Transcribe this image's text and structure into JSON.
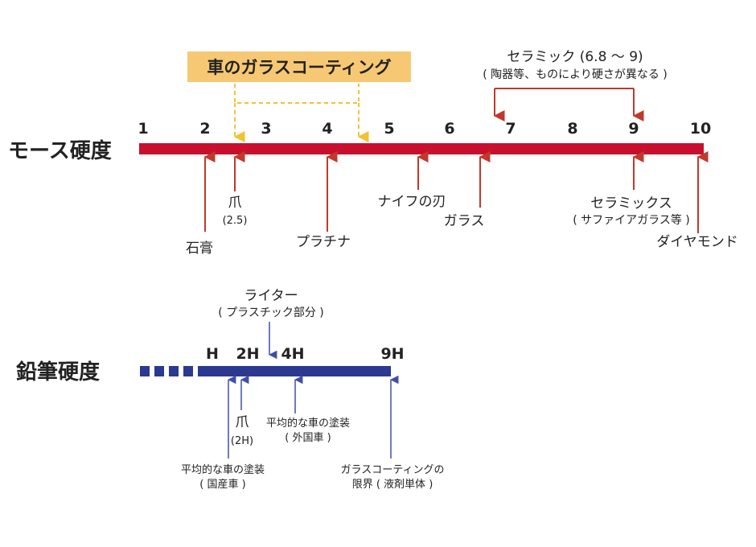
{
  "colors": {
    "mohs_bar": "#c8102e",
    "pencil_bar": "#2b3990",
    "arrow": "#c0392b",
    "pencil_arrow": "#3f4fa8",
    "highlight_bg": "#f7c873",
    "highlight_line": "#f2c230"
  },
  "mohs": {
    "title": "モース硬度",
    "ticks": [
      "1",
      "2",
      "3",
      "4",
      "5",
      "6",
      "7",
      "8",
      "9",
      "10"
    ],
    "highlight_label": "車のガラスコーティング",
    "ceramic_range_line1": "セラミック (6.8 ～ 9)",
    "ceramic_range_line2": "( 陶器等、ものにより硬さが異なる )",
    "items": [
      {
        "label": "石膏"
      },
      {
        "label": "爪",
        "sub": "(2.5)"
      },
      {
        "label": "プラチナ"
      },
      {
        "label": "ナイフの刃"
      },
      {
        "label": "ガラス"
      },
      {
        "label": "セラミックス",
        "sub": "( サファイアガラス等 )"
      },
      {
        "label": "ダイヤモンド"
      }
    ]
  },
  "pencil": {
    "title": "鉛筆硬度",
    "ticks": [
      "H",
      "2H",
      "4H",
      "9H"
    ],
    "lighter_line1": "ライター",
    "lighter_line2": "( プラスチック部分 )",
    "items": [
      {
        "line1": "平均的な車の塗装",
        "line2": "( 国産車 )"
      },
      {
        "line1": "爪",
        "line2": "(2H)"
      },
      {
        "line1": "平均的な車の塗装",
        "line2": "( 外国車 )"
      },
      {
        "line1": "ガラスコーティングの",
        "line2": "限界 ( 液剤単体 )"
      }
    ]
  }
}
